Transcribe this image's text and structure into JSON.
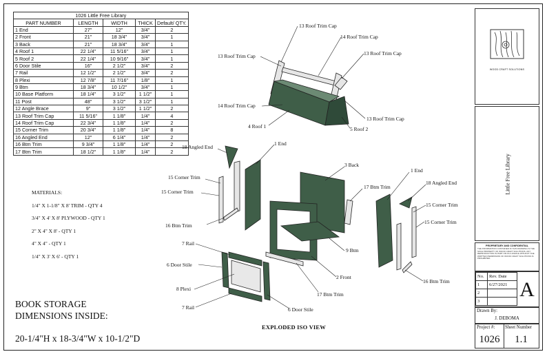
{
  "parts_table": {
    "title": "1026 Little Free Library",
    "headers": [
      "PART NUMBER",
      "LENGTH",
      "WIDTH",
      "THICK",
      "Default/ QTY."
    ],
    "rows": [
      [
        "1 End",
        "27\"",
        "12\"",
        "3/4\"",
        "2"
      ],
      [
        "2 Front",
        "21\"",
        "18 3/4\"",
        "3/4\"",
        "1"
      ],
      [
        "3 Back",
        "21\"",
        "18 3/4\"",
        "3/4\"",
        "1"
      ],
      [
        "4 Roof 1",
        "22 1/4\"",
        "11 5/16\"",
        "3/4\"",
        "1"
      ],
      [
        "5 Roof 2",
        "22 1/4\"",
        "10 9/16\"",
        "3/4\"",
        "1"
      ],
      [
        "6 Door Stile",
        "16\"",
        "2 1/2\"",
        "3/4\"",
        "2"
      ],
      [
        "7 Rail",
        "12 1/2\"",
        "2 1/2\"",
        "3/4\"",
        "2"
      ],
      [
        "8 Plexi",
        "12 7/8\"",
        "11 7/16\"",
        "1/8\"",
        "1"
      ],
      [
        "9 Btm",
        "18 3/4\"",
        "10 1/2\"",
        "3/4\"",
        "1"
      ],
      [
        "10 Base Platform",
        "18 1/4\"",
        "3 1/2\"",
        "1 1/2\"",
        "1"
      ],
      [
        "11 Post",
        "48\"",
        "3 1/2\"",
        "3 1/2\"",
        "1"
      ],
      [
        "12 Angle Brace",
        "9\"",
        "3 1/2\"",
        "1 1/2\"",
        "2"
      ],
      [
        "13 Roof Trim Cap",
        "11 5/16\"",
        "1 1/8\"",
        "1/4\"",
        "4"
      ],
      [
        "14 Roof Trim Cap",
        "22 3/4\"",
        "1 1/8\"",
        "1/4\"",
        "2"
      ],
      [
        "15 Corner Trim",
        "20 3/4\"",
        "1 1/8\"",
        "1/4\"",
        "8"
      ],
      [
        "16 Angled End",
        "12\"",
        "6 1/4\"",
        "1/4\"",
        "2"
      ],
      [
        "16 Btm Trim",
        "9 3/4\"",
        "1 1/8\"",
        "1/4\"",
        "2"
      ],
      [
        "17 Btm Trim",
        "18 1/2\"",
        "1 1/8\"",
        "1/4\"",
        "2"
      ]
    ]
  },
  "materials": {
    "heading": "MATERIALS:",
    "items": [
      "1/4\" X 1-1/8\" X 8' TRIM - QTY 4",
      "3/4\" X 4' X 8' PLYWOOD - QTY 1",
      "2\" X 4\" X 8' - QTY 1",
      "4\" X 4\" - QTY 1",
      "1/4\" X 3' X 6' - QTY 1"
    ]
  },
  "storage": {
    "line1": "BOOK STORAGE",
    "line2": "DIMENSIONS INSIDE:",
    "dims": "20-1/4\"H x 18-3/4\"W x 10-1/2\"D"
  },
  "drawing": {
    "view_title": "EXPLODED ISO VIEW",
    "labels": {
      "roof_trim_cap_top": "13 Roof Trim Cap",
      "roof_trim_cap_14_top": "14 Roof Trim Cap",
      "roof_trim_cap_right": "13 Roof Trim Cap",
      "roof_trim_cap_left": "13 Roof Trim Cap",
      "roof_trim_cap_14_left": "14 Roof Trim Cap",
      "roof_trim_cap_br": "13 Roof Trim Cap",
      "roof1": "4 Roof 1",
      "roof2": "5 Roof 2",
      "angled_end_left": "18 Angled End",
      "end_left": "1 End",
      "back": "3 Back",
      "end_right": "1 End",
      "btm_trim_17_top": "17 Btm Trim",
      "angled_end_right": "18 Angled End",
      "corner_trim_l1": "15 Corner Trim",
      "corner_trim_l2": "15 Corner Trim",
      "corner_trim_r1": "15 Corner Trim",
      "corner_trim_r2": "15 Corner Trim",
      "btm_trim_16_left": "16 Btm Trim",
      "btm_trim_16_right": "16 Btm Trim",
      "rail_top": "7 Rail",
      "door_stile_left": "6 Door Stile",
      "plexi": "8 Plexi",
      "rail_bottom": "7 Rail",
      "door_stile_bottom": "6 Door Stile",
      "btm_trim_17_bottom": "17 Btm Trim",
      "front": "2 Front",
      "btm": "9 Btm"
    }
  },
  "title_block": {
    "company": "WOOD CRAFT SOLUTIONS",
    "project_title": "Little Free Library",
    "proprietary_title": "PROPRIETARY AND CONFIDENTIAL",
    "proprietary_text": "THE INFORMATION CONTAINED IN THIS DRAWING IS THE SOLE PROPERTY OF WOOD CRAFT SOLUTIONS. ANY REPRODUCTION IN PART OR AS A WHOLE WITHOUT THE WRITTEN PERMISSION OF WOOD CRAFT SOLUTIONS IS PROHIBITED.",
    "rev_headers": [
      "No.",
      "Rev. Date"
    ],
    "revisions": [
      {
        "no": "1",
        "date": "6/27/2021"
      },
      {
        "no": "2",
        "date": ""
      },
      {
        "no": "3",
        "date": ""
      }
    ],
    "revision_letter": "A",
    "drawn_by_label": "Drawn By:",
    "drawn_by": "J. DEBOMA",
    "project_label": "Project #:",
    "project_number": "1026",
    "sheet_label": "Sheet Number",
    "sheet_number": "1.1"
  },
  "colors": {
    "panel_green": "#3f5e48",
    "panel_dark": "#2e4636",
    "trim_light": "#dedede",
    "plexi": "#e8e8e8"
  }
}
